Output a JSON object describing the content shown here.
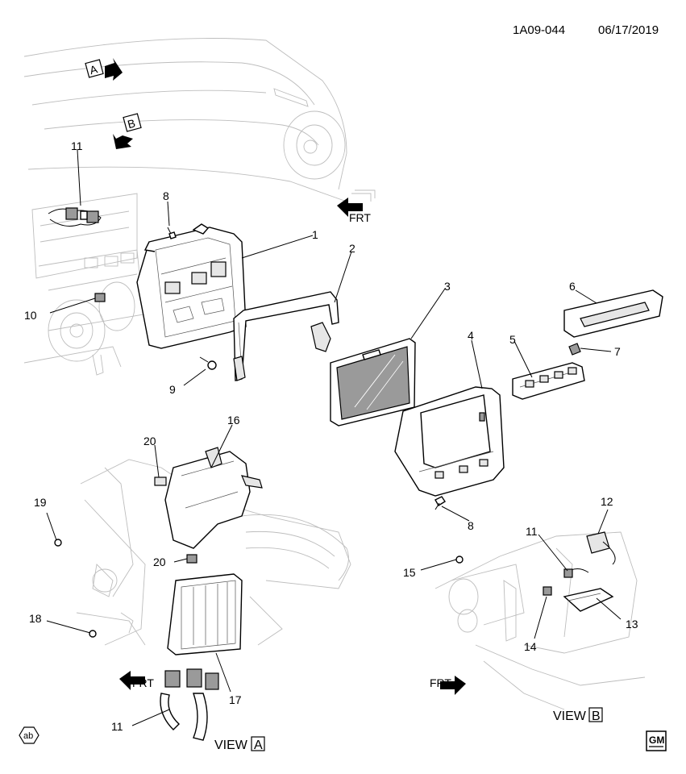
{
  "header": {
    "code": "1A09-044",
    "date": "06/17/2019"
  },
  "views": {
    "a_marker": "A",
    "b_marker": "B",
    "view_a_text": "VIEW",
    "view_a_letter": "A",
    "view_b_text": "VIEW",
    "view_b_letter": "B"
  },
  "frt_label": "FRT",
  "callouts": {
    "c1": "1",
    "c2": "2",
    "c3": "3",
    "c4": "4",
    "c5": "5",
    "c6": "6",
    "c7": "7",
    "c8a": "8",
    "c8b": "8",
    "c9": "9",
    "c10": "10",
    "c11a": "11",
    "c11b": "11",
    "c11c": "11",
    "c12": "12",
    "c13": "13",
    "c14": "14",
    "c15": "15",
    "c16": "16",
    "c17": "17",
    "c18": "18",
    "c19": "19",
    "c20a": "20",
    "c20b": "20"
  },
  "badges": {
    "ab": "ab",
    "gm": "GM"
  },
  "icons": [
    "ab-badge-icon",
    "gm-logo-icon",
    "frt-arrow-icon"
  ]
}
